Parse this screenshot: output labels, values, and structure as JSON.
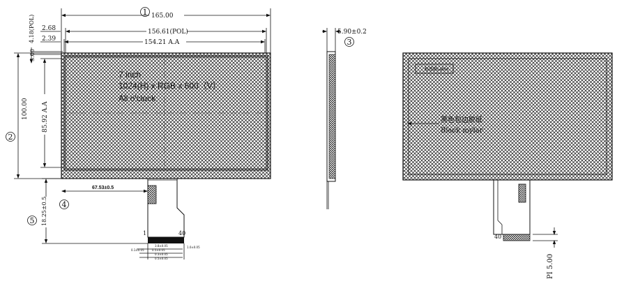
{
  "front_view": {
    "balloon_1": "1",
    "balloon_2": "2",
    "balloon_4": "4",
    "balloon_5": "5",
    "overall_width": "165.00",
    "pol_width": "156.61(POL)",
    "active_width": "154.21 A.A",
    "pol_offset": "2.68",
    "aa_offset": "2.39",
    "side_small_1": "3.00",
    "side_small_2": "4.18(POL)",
    "overall_height": "100.00",
    "active_height": "85.92 A.A",
    "fpc_offset": "67.53±0.5",
    "fpc_length": "18.25±0.5",
    "pin_first": "1",
    "pin_last": "40",
    "spec_line_1": "7 inch",
    "spec_line_2": "1024(H) x RGB x  600（V）",
    "spec_line_3": "All o'clock",
    "fpc_dim_a": "3.8±0.05",
    "fpc_dim_b": "0.5±0.05",
    "fpc_dim_c": "0.3±0.05",
    "fpc_dim_d": "0.5±0.05",
    "fpc_dim_e": "0.1±0.05",
    "fpc_dim_f": "1.0±0.05"
  },
  "side_view": {
    "thickness": "5.90±0.2",
    "balloon_3": "3"
  },
  "rear_view": {
    "label_text": "标签纸Lable",
    "mylar_cn": "黑色包边胶纸",
    "mylar_en": "Black mylar",
    "pin_last": "40",
    "pitch": "PI 5.00"
  }
}
